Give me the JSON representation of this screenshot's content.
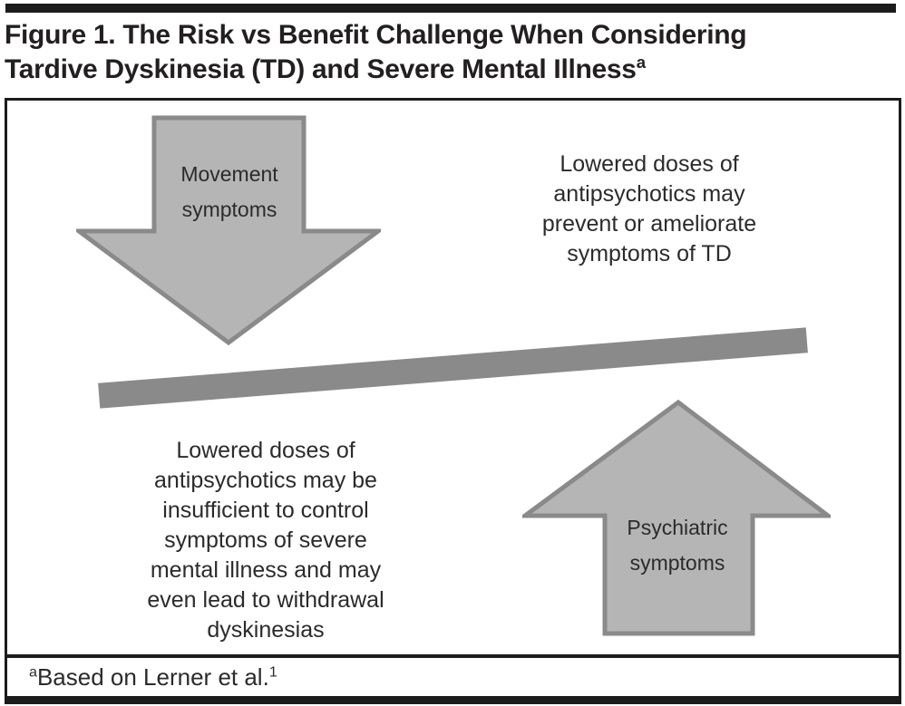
{
  "title": {
    "line1": "Figure 1. The Risk vs Benefit Challenge When Considering",
    "line2": "Tardive Dyskinesia (TD) and Severe Mental Illness",
    "superscript": "a"
  },
  "diagram": {
    "movement_label_lines": [
      "Movement",
      "symptoms"
    ],
    "psychiatric_label_lines": [
      "Psychiatric",
      "symptoms"
    ],
    "benefit_text_lines": [
      "Lowered doses of",
      "antipsychotics may",
      "prevent or ameliorate",
      "symptoms of TD"
    ],
    "risk_text_lines": [
      "Lowered doses of",
      "antipsychotics may be",
      "insufficient to control",
      "symptoms of severe",
      "mental illness and may",
      "even lead to withdrawal",
      "dyskinesias"
    ]
  },
  "footnote": {
    "superscript": "a",
    "text": "Based on Lerner et al.",
    "reference_superscript": "1"
  },
  "colors": {
    "arrow_fill": "#b5b5b5",
    "arrow_border": "#8a8a8a",
    "beam": "#8a8a8a",
    "rule_black": "#1c1c1c",
    "title_text": "#231f20",
    "body_text": "#2b2b2b",
    "background": "#ffffff"
  }
}
